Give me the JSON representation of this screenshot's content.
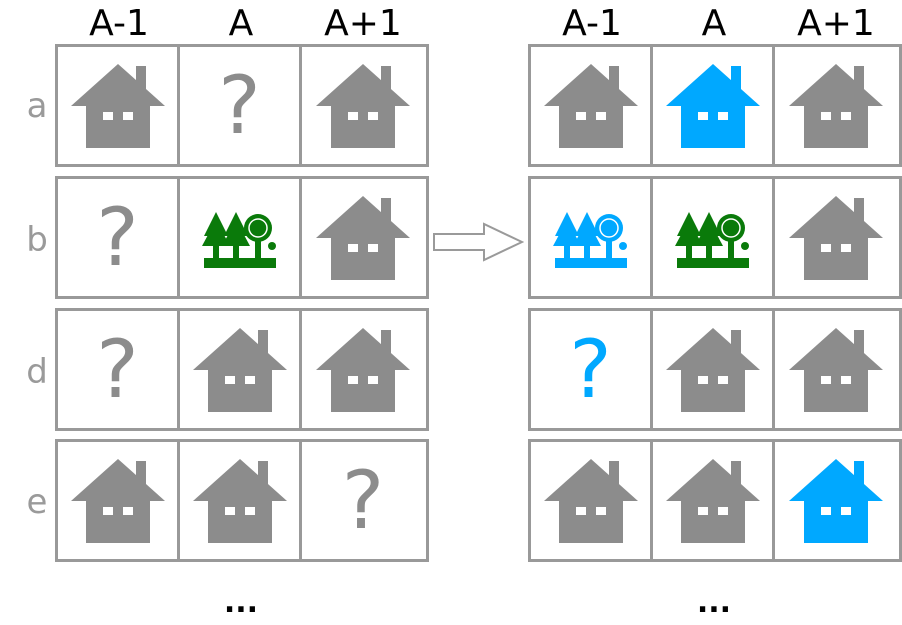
{
  "columns": [
    "A-1",
    "A",
    "A+1"
  ],
  "rows": [
    "a",
    "b",
    "d",
    "e"
  ],
  "colors": {
    "gray": "#8c8c8c",
    "green": "#0a7a0a",
    "blue": "#00a8ff",
    "border": "#999999"
  },
  "left_grid": [
    [
      "house",
      "question",
      "house"
    ],
    [
      "question",
      "park",
      "house"
    ],
    [
      "question",
      "house",
      "house"
    ],
    [
      "house",
      "house",
      "question"
    ]
  ],
  "right_grid": [
    [
      "house",
      "house-blue",
      "house"
    ],
    [
      "park-blue",
      "park",
      "house"
    ],
    [
      "question-blue",
      "house",
      "house"
    ],
    [
      "house",
      "house",
      "house-blue"
    ]
  ],
  "question_symbol": "?",
  "ellipsis": "...",
  "arrow_icon": "right-arrow-icon"
}
